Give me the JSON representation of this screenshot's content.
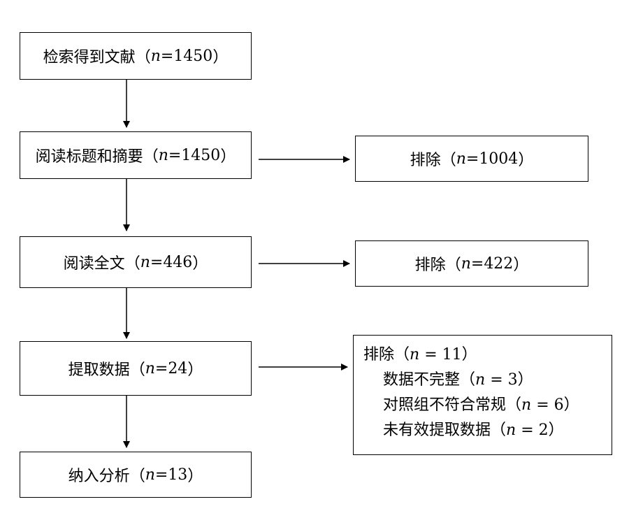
{
  "steps": [
    {
      "label": "检索得到文献",
      "n": "1450"
    },
    {
      "label": "阅读标题和摘要",
      "n": "1450"
    },
    {
      "label": "阅读全文",
      "n": "446"
    },
    {
      "label": "提取数据",
      "n": "24"
    },
    {
      "label": "纳入分析",
      "n": "13"
    }
  ],
  "exclusions": [
    {
      "label": "排除",
      "n": "1004"
    },
    {
      "label": "排除",
      "n": "422"
    },
    {
      "label": "排除",
      "n": "11",
      "reasons": [
        {
          "label": "数据不完整",
          "n": "3"
        },
        {
          "label": "对照组不符合常规",
          "n": "6"
        },
        {
          "label": "未有效提取数据",
          "n": "2"
        }
      ]
    }
  ],
  "symbols": {
    "n": "n",
    "eq": " = ",
    "open": "（",
    "close": "）"
  }
}
